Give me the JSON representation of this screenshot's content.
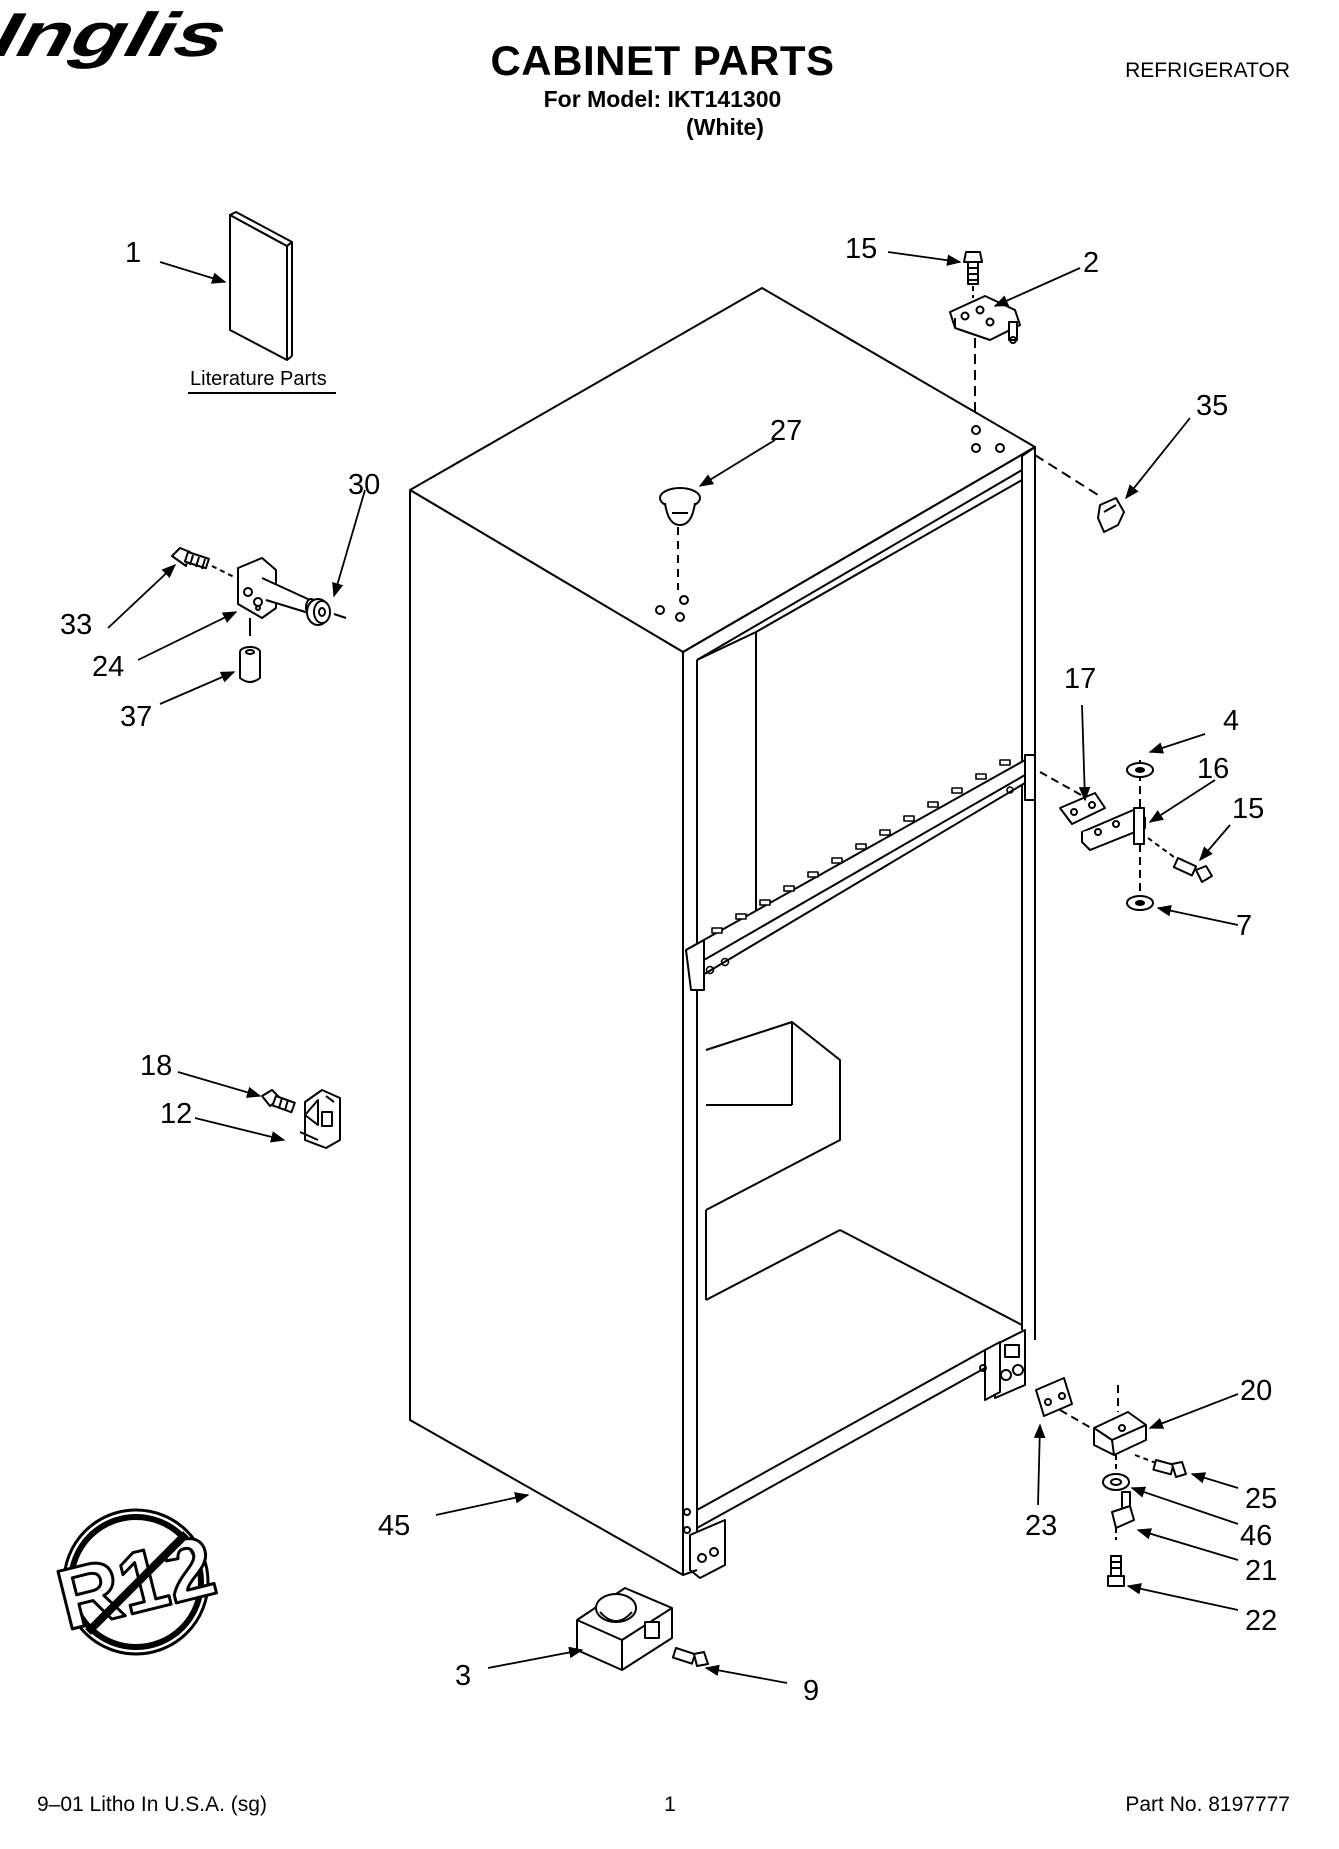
{
  "header": {
    "brand": "Inglis",
    "title": "CABINET PARTS",
    "model_line": "For Model: IKT141300",
    "color_line": "(White)",
    "product": "REFRIGERATOR"
  },
  "literature": {
    "label": "Literature Parts"
  },
  "callouts": {
    "c1": "1",
    "c2": "2",
    "c3": "3",
    "c4": "4",
    "c7": "7",
    "c9": "9",
    "c12": "12",
    "c15a": "15",
    "c15b": "15",
    "c16": "16",
    "c17": "17",
    "c18": "18",
    "c20": "20",
    "c21": "21",
    "c22": "22",
    "c23": "23",
    "c24": "24",
    "c25": "25",
    "c27": "27",
    "c30": "30",
    "c33": "33",
    "c35": "35",
    "c37": "37",
    "c45": "45",
    "c46": "46"
  },
  "badge": {
    "text": "R12"
  },
  "footer": {
    "print_info": "9–01 Litho In U.S.A. (sg)",
    "page": "1",
    "part_number": "Part No. 8197777"
  }
}
